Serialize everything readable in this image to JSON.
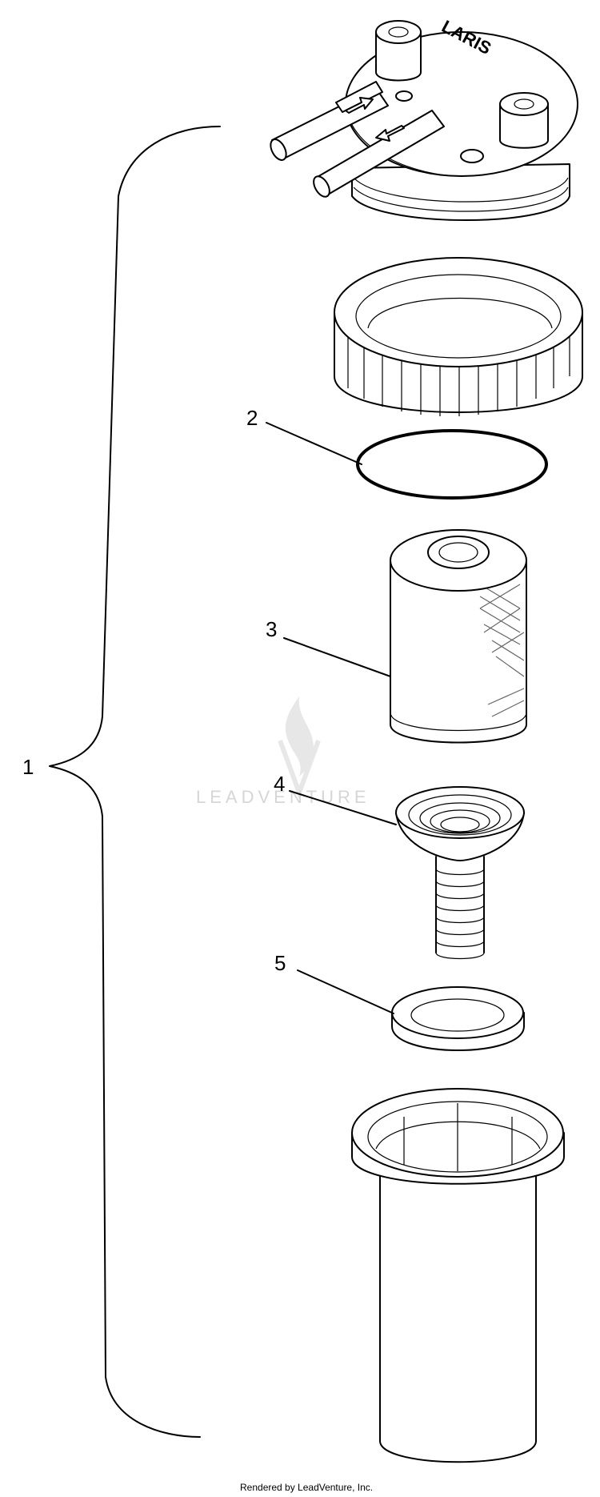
{
  "callouts": {
    "c1": "1",
    "c2": "2",
    "c3": "3",
    "c4": "4",
    "c5": "5"
  },
  "logo_text": "LARIS",
  "watermark_text": "LEADVENTURE",
  "footer_text": "Rendered by LeadVenture, Inc."
}
